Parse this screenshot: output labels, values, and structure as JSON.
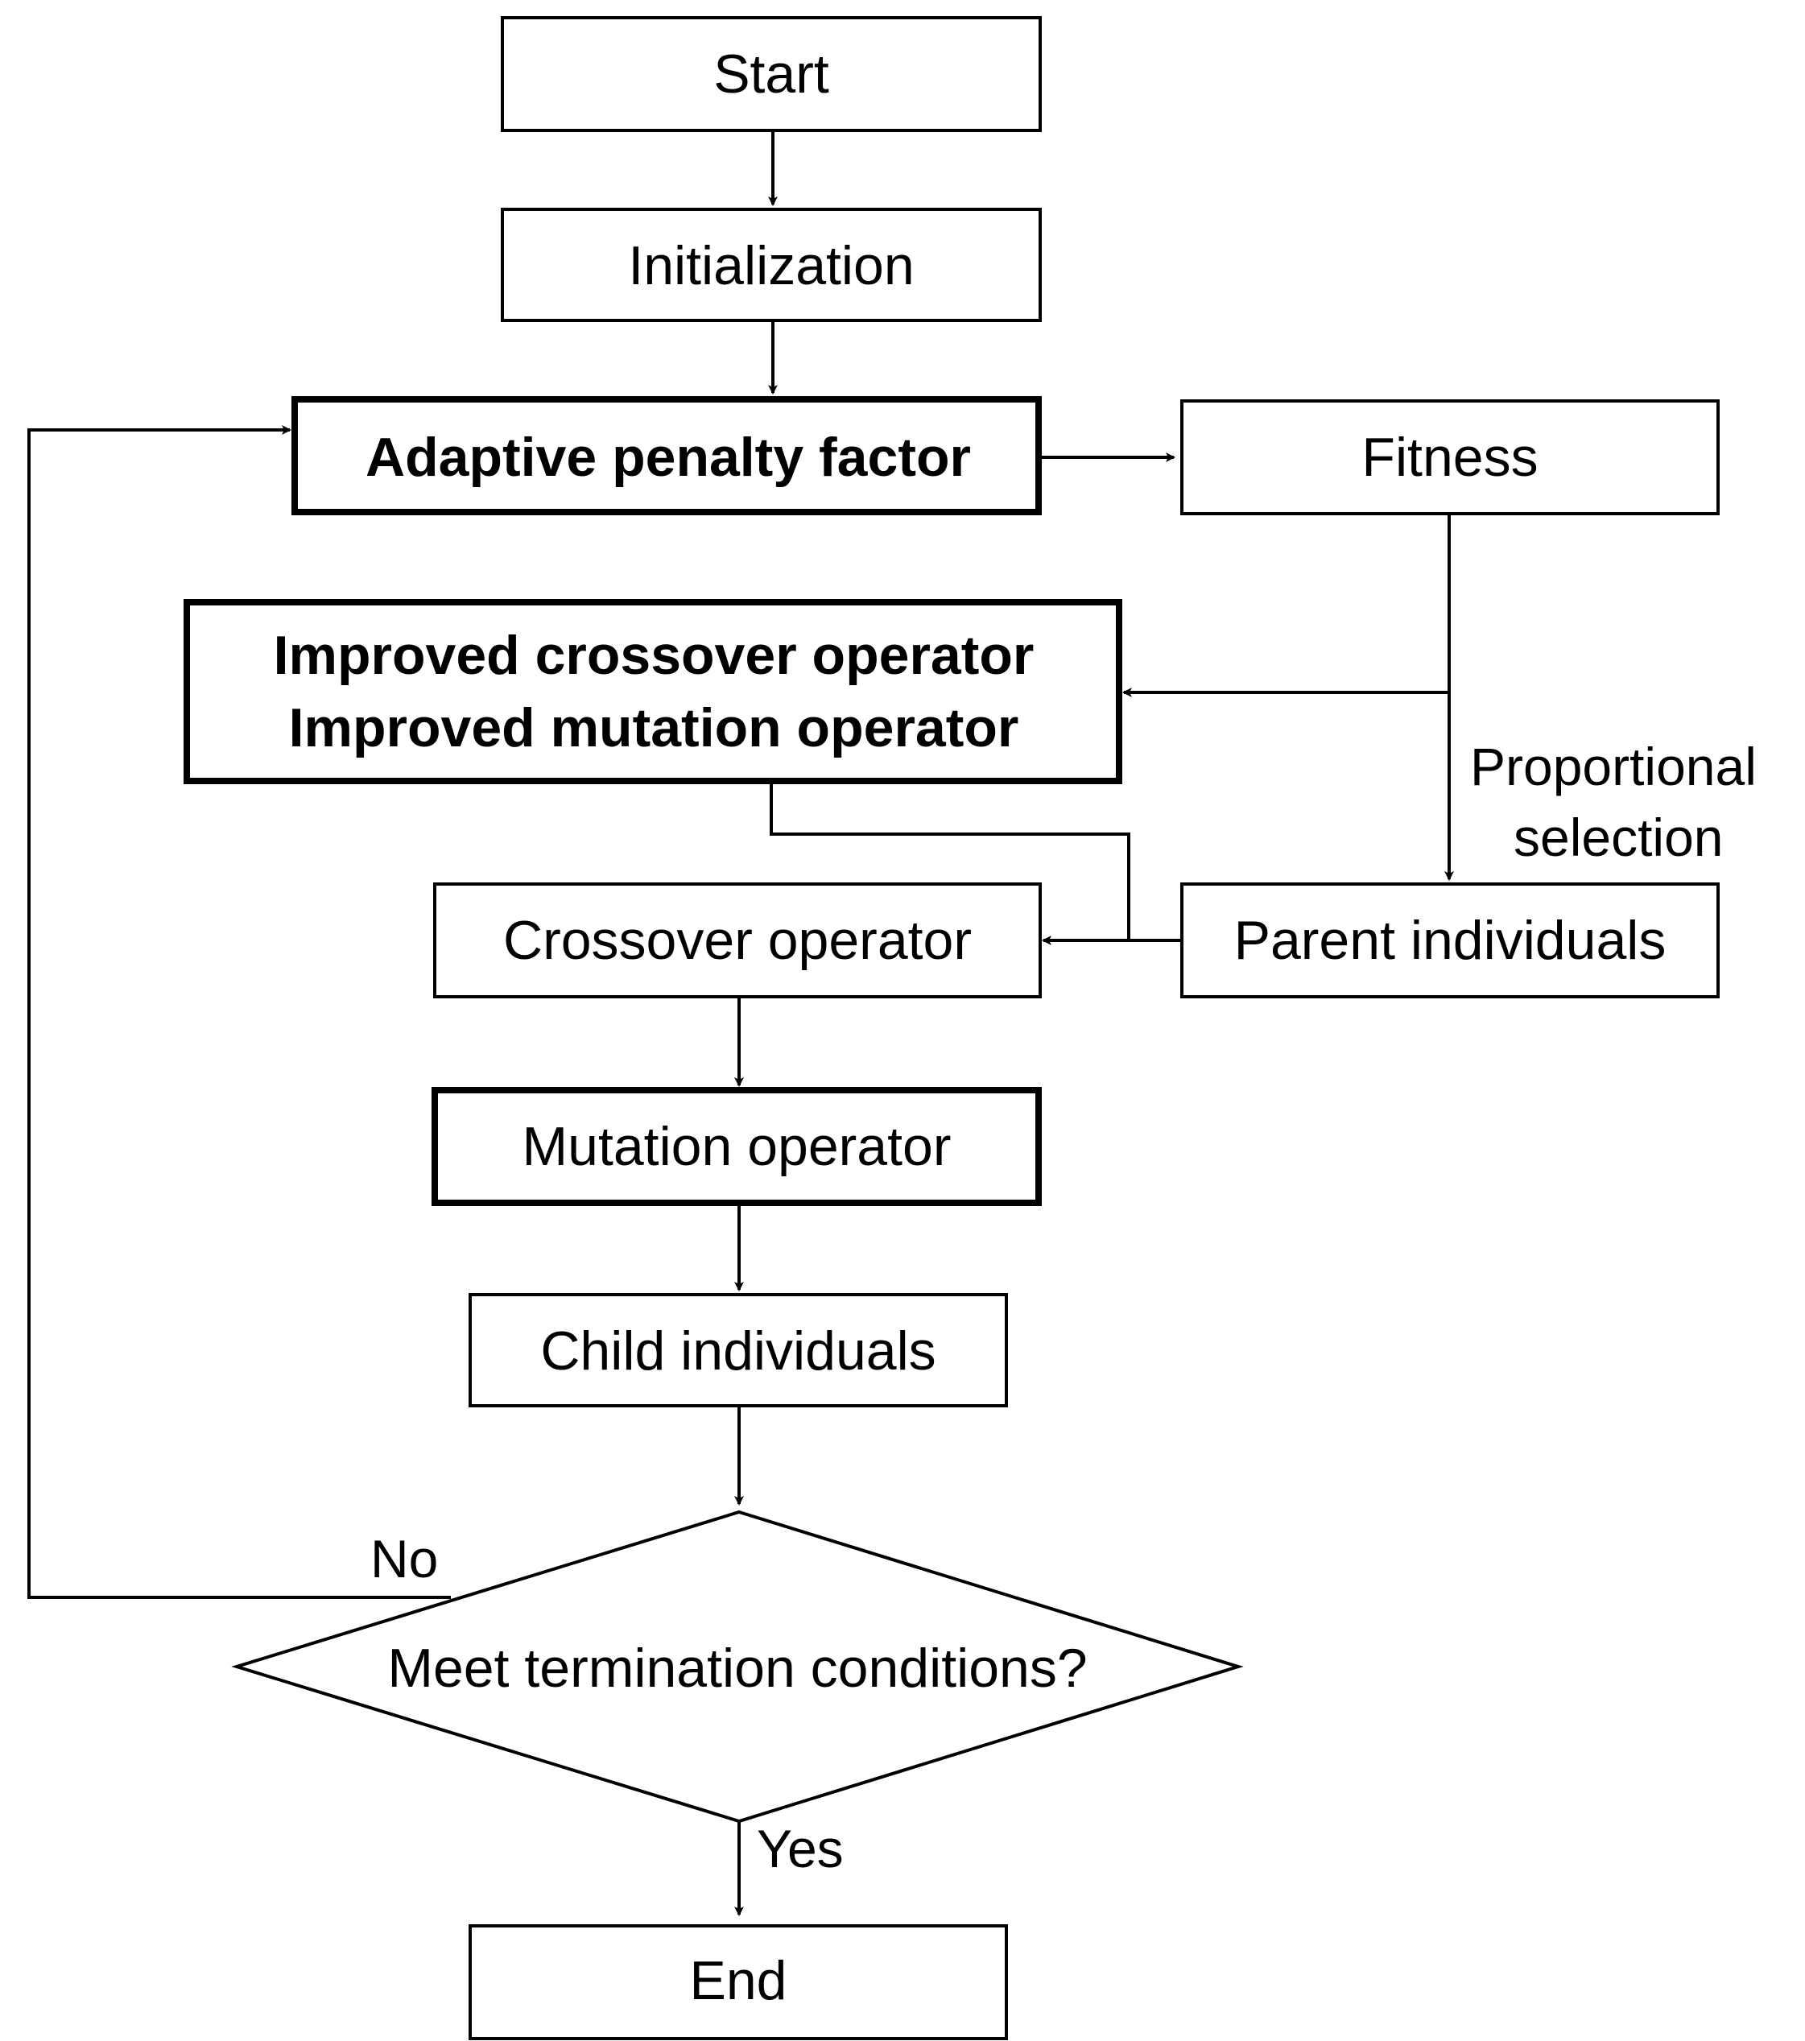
{
  "diagram": {
    "nodes": {
      "start": "Start",
      "initialization": "Initialization",
      "adaptive_penalty": "Adaptive penalty factor",
      "fitness": "Fitness",
      "improved_operators": [
        "Improved crossover operator",
        "Improved mutation operator"
      ],
      "parent_individuals": "Parent individuals",
      "crossover": "Crossover operator",
      "mutation": "Mutation operator",
      "child_individuals": "Child individuals",
      "termination_check": "Meet termination conditions?",
      "end": "End"
    },
    "edge_labels": {
      "proportional_selection": [
        "Proportional",
        "selection"
      ],
      "no": "No",
      "yes": "Yes"
    }
  }
}
